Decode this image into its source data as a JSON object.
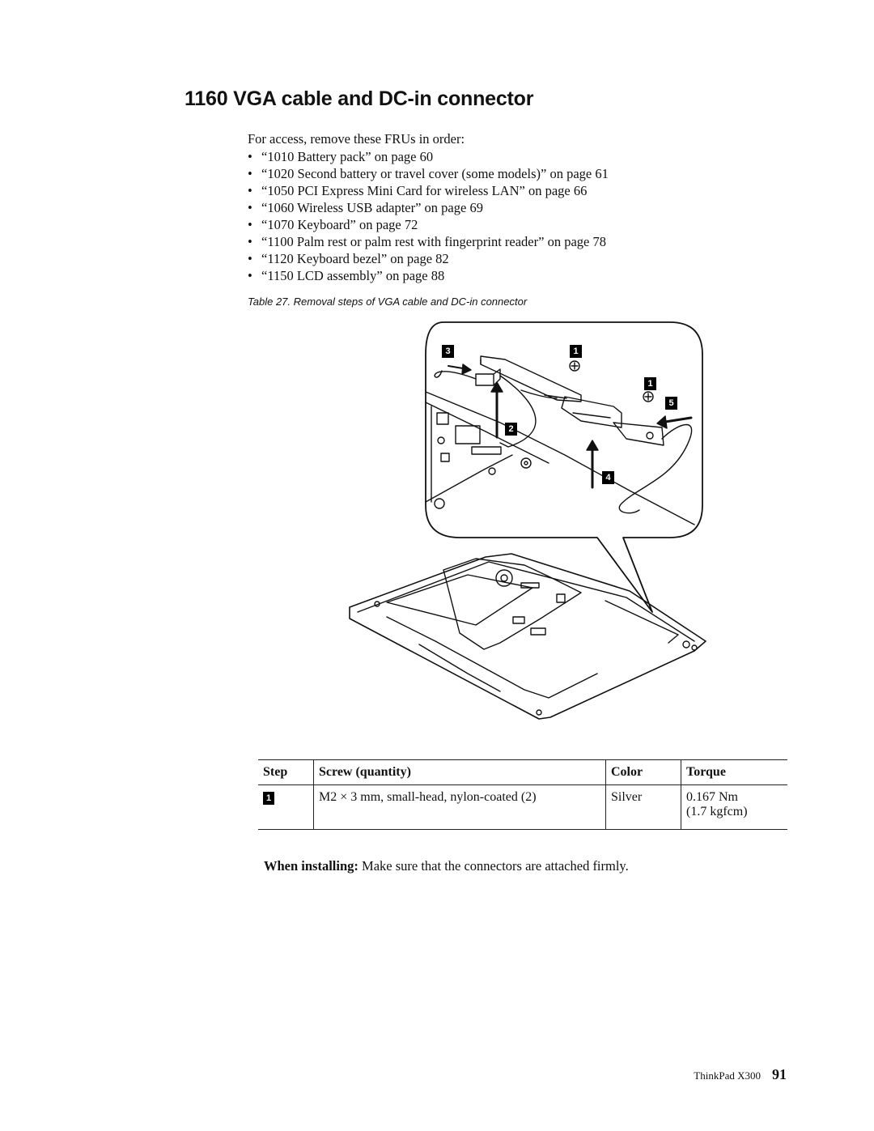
{
  "heading": "1160 VGA cable and DC-in connector",
  "intro": "For access, remove these FRUs in order:",
  "bullet": "•",
  "fru_list": [
    "“1010 Battery pack” on page 60",
    "“1020 Second battery or travel cover (some models)” on page 61",
    "“1050 PCI Express Mini Card for wireless LAN” on page 66",
    "“1060 Wireless USB adapter” on page 69",
    "“1070 Keyboard” on page 72",
    "“1100 Palm rest or palm rest with fingerprint reader” on page 78",
    "“1120 Keyboard bezel” on page 82",
    "“1150 LCD assembly” on page 88"
  ],
  "caption": "Table 27. Removal steps of VGA cable and DC-in connector",
  "figure": {
    "callouts": [
      "3",
      "1",
      "1",
      "5",
      "2",
      "4"
    ]
  },
  "table": {
    "headers": {
      "step": "Step",
      "screw": "Screw (quantity)",
      "color": "Color",
      "torque": "Torque"
    },
    "rows": [
      {
        "step": "1",
        "screw": "M2 × 3 mm, small-head, nylon-coated (2)",
        "color": "Silver",
        "torque_1": "0.167 Nm",
        "torque_2": "(1.7 kgfcm)"
      }
    ]
  },
  "note": {
    "label": "When installing:",
    "text": "Make sure that the connectors are attached firmly."
  },
  "footer": {
    "doc": "ThinkPad X300",
    "page": "91"
  }
}
